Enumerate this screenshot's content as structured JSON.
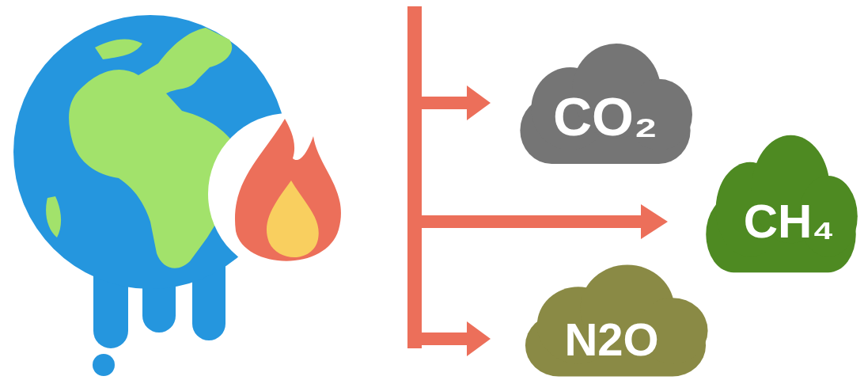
{
  "diagram": {
    "nodes": [
      {
        "text": [
          "CO₂"
        ]
      },
      {
        "text": [
          "CH₄"
        ]
      },
      {
        "text": [
          "N2O"
        ]
      }
    ]
  }
}
